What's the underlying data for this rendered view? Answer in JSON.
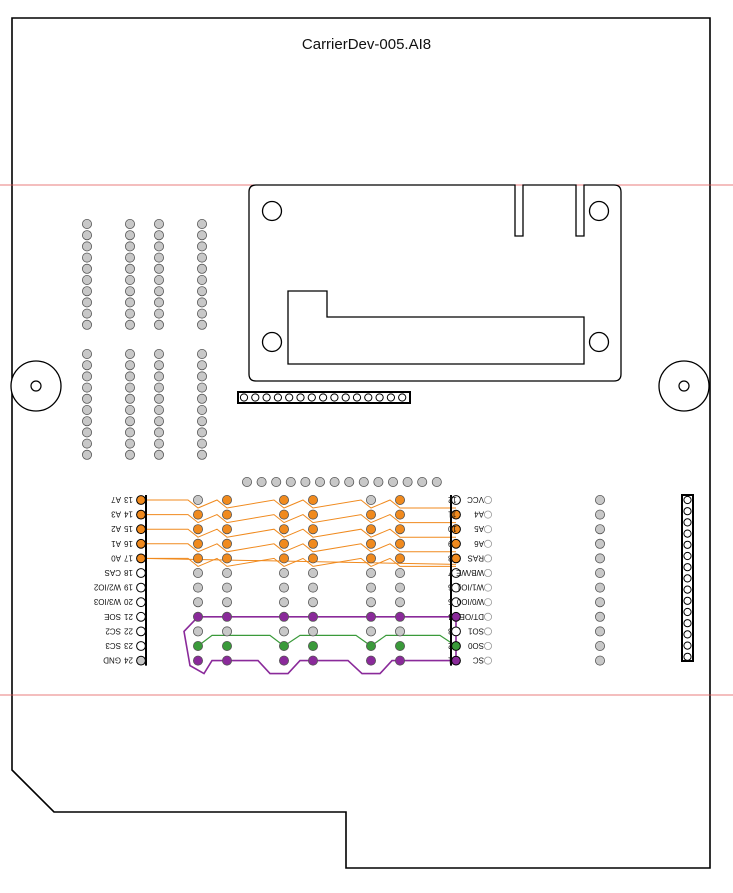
{
  "title": "CarrierDev-005.AI8",
  "colors": {
    "outline": "#000000",
    "guide_line": "#e05050",
    "pad_gray": "#c8c8c8",
    "pad_orange": "#f08a1e",
    "pad_purple": "#8a2a9a",
    "pad_green": "#3a9a3a",
    "trace_orange": "#f08a1e",
    "trace_purple": "#8a2a9a",
    "trace_green": "#3a9a3a"
  },
  "left_labels": [
    "A7",
    "A3",
    "A2",
    "A1",
    "A0",
    "CAS",
    "W2/IO2",
    "W3/IO3",
    "SOE",
    "SC2",
    "SC3",
    "GND"
  ],
  "left_numbers": [
    "13",
    "14",
    "15",
    "16",
    "17",
    "18",
    "19",
    "20",
    "21",
    "22",
    "23",
    "24"
  ],
  "right_labels": [
    "VCC",
    "A4",
    "A5",
    "A6",
    "RAS",
    "WB/WE",
    "W1/IO1",
    "W0/IO0",
    "DT/OE",
    "SO1",
    "SO0",
    "SC"
  ],
  "right_numbers": [
    "12",
    "11",
    "10",
    "9",
    "8",
    "7",
    "6",
    "5",
    "4",
    "3",
    "2",
    "1"
  ],
  "icons": {
    "mounting_hole_left": "mounting-hole-icon",
    "mounting_hole_right": "mounting-hole-icon"
  }
}
